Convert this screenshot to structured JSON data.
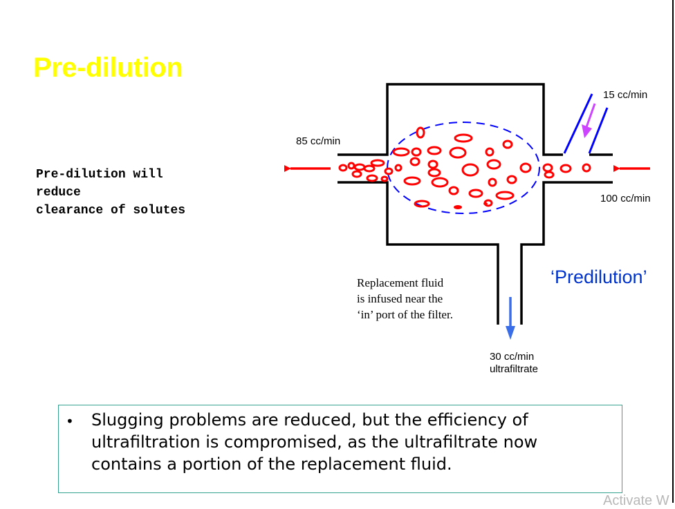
{
  "slide": {
    "title": "Pre-dilution",
    "note": "Pre-dilution will\nreduce\nclearance of solutes",
    "watermark": "Activate W"
  },
  "diagram": {
    "flow_in_top": "15 cc/min",
    "flow_out_left": "85 cc/min",
    "flow_in_right": "100 cc/min",
    "label": "‘Predilution’",
    "caption_lines": [
      "Replacement fluid",
      "is infused near the",
      "‘in’ port of the filter."
    ],
    "ultrafiltrate_rate": "30 cc/min",
    "ultrafiltrate_label": "ultrafiltrate",
    "colors": {
      "cells": "#ff0000",
      "replacement": "#cc44ff",
      "line_blue": "#0000ff",
      "ultrafiltrate_arrow": "#3a6ee8",
      "wall": "#000000",
      "title": "#ffff00"
    }
  },
  "bullet": {
    "marker": "•",
    "text": "Slugging problems are reduced, but the efficiency of ultrafiltration is compromised, as the ultrafiltrate now contains a portion of the replacement fluid."
  }
}
